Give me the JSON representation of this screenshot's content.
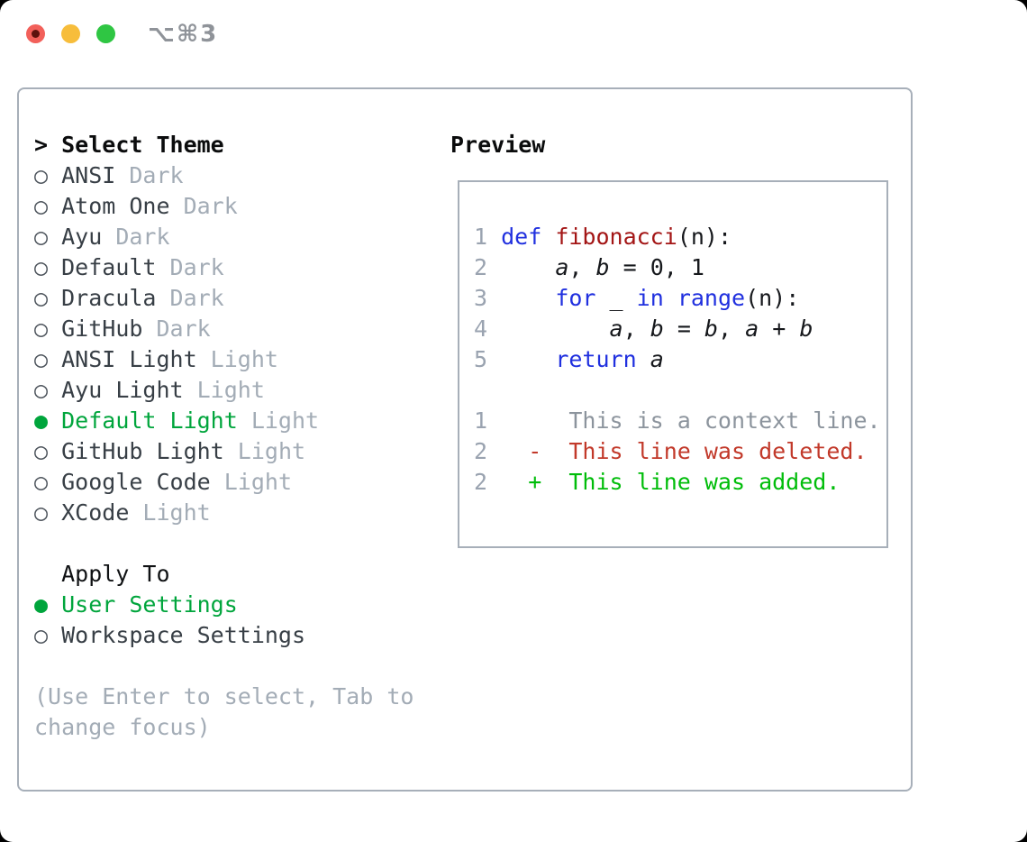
{
  "titlebar": {
    "shortcut": "⌥⌘3"
  },
  "select_theme": {
    "header_marker": ">",
    "header_label": "Select Theme",
    "items": [
      {
        "label": "ANSI",
        "tag": "Dark",
        "selected": false
      },
      {
        "label": "Atom One",
        "tag": "Dark",
        "selected": false
      },
      {
        "label": "Ayu",
        "tag": "Dark",
        "selected": false
      },
      {
        "label": "Default",
        "tag": "Dark",
        "selected": false
      },
      {
        "label": "Dracula",
        "tag": "Dark",
        "selected": false
      },
      {
        "label": "GitHub",
        "tag": "Dark",
        "selected": false
      },
      {
        "label": "ANSI Light",
        "tag": "Light",
        "selected": false
      },
      {
        "label": "Ayu Light",
        "tag": "Light",
        "selected": false
      },
      {
        "label": "Default Light",
        "tag": "Light",
        "selected": true
      },
      {
        "label": "GitHub Light",
        "tag": "Light",
        "selected": false
      },
      {
        "label": "Google Code",
        "tag": "Light",
        "selected": false
      },
      {
        "label": "XCode",
        "tag": "Light",
        "selected": false
      }
    ]
  },
  "apply_to": {
    "header_label": "Apply To",
    "items": [
      {
        "label": "User Settings",
        "selected": true
      },
      {
        "label": "Workspace Settings",
        "selected": false
      }
    ]
  },
  "hint_lines": [
    "(Use Enter to select, Tab to",
    "change focus)"
  ],
  "preview": {
    "header": "Preview",
    "lines": [
      {
        "num": "1",
        "kind": "code",
        "tokens": [
          {
            "c": "kw",
            "t": "def"
          },
          {
            "c": "pl",
            "t": " "
          },
          {
            "c": "fn",
            "t": "fibonacci"
          },
          {
            "c": "pl",
            "t": "(n):"
          }
        ]
      },
      {
        "num": "2",
        "kind": "code",
        "tokens": [
          {
            "c": "pl",
            "t": "    "
          },
          {
            "c": "var",
            "t": "a"
          },
          {
            "c": "pl",
            "t": ", "
          },
          {
            "c": "var",
            "t": "b"
          },
          {
            "c": "pl",
            "t": " = 0, 1"
          }
        ]
      },
      {
        "num": "3",
        "kind": "code",
        "tokens": [
          {
            "c": "pl",
            "t": "    "
          },
          {
            "c": "kw",
            "t": "for"
          },
          {
            "c": "pl",
            "t": " _ "
          },
          {
            "c": "kw",
            "t": "in"
          },
          {
            "c": "pl",
            "t": " "
          },
          {
            "c": "kw",
            "t": "range"
          },
          {
            "c": "pl",
            "t": "(n):"
          }
        ]
      },
      {
        "num": "4",
        "kind": "code",
        "tokens": [
          {
            "c": "pl",
            "t": "        "
          },
          {
            "c": "var",
            "t": "a"
          },
          {
            "c": "pl",
            "t": ", "
          },
          {
            "c": "var",
            "t": "b"
          },
          {
            "c": "pl",
            "t": " = "
          },
          {
            "c": "var",
            "t": "b"
          },
          {
            "c": "pl",
            "t": ", "
          },
          {
            "c": "var",
            "t": "a"
          },
          {
            "c": "pl",
            "t": " + "
          },
          {
            "c": "var",
            "t": "b"
          }
        ]
      },
      {
        "num": "5",
        "kind": "code",
        "tokens": [
          {
            "c": "pl",
            "t": "    "
          },
          {
            "c": "kw",
            "t": "return"
          },
          {
            "c": "pl",
            "t": " "
          },
          {
            "c": "var",
            "t": "a"
          }
        ]
      },
      {
        "num": "",
        "kind": "blank",
        "tokens": []
      },
      {
        "num": "1",
        "kind": "diff-context",
        "tokens": [
          {
            "c": "ctx",
            "t": "     This is a context line."
          }
        ]
      },
      {
        "num": "2",
        "kind": "diff-deleted",
        "tokens": [
          {
            "c": "del",
            "t": "  -  This line was deleted."
          }
        ]
      },
      {
        "num": "2",
        "kind": "diff-added",
        "tokens": [
          {
            "c": "add",
            "t": "  +  This line was added."
          }
        ]
      }
    ]
  },
  "colors": {
    "selection_green": "#00a53c",
    "added_green": "#00bd0a",
    "deleted_red": "#c2392a",
    "keyword_blue": "#2030df",
    "function_red": "#a31515",
    "muted_gray": "#a3acb6",
    "border_gray": "#a7afb9"
  }
}
